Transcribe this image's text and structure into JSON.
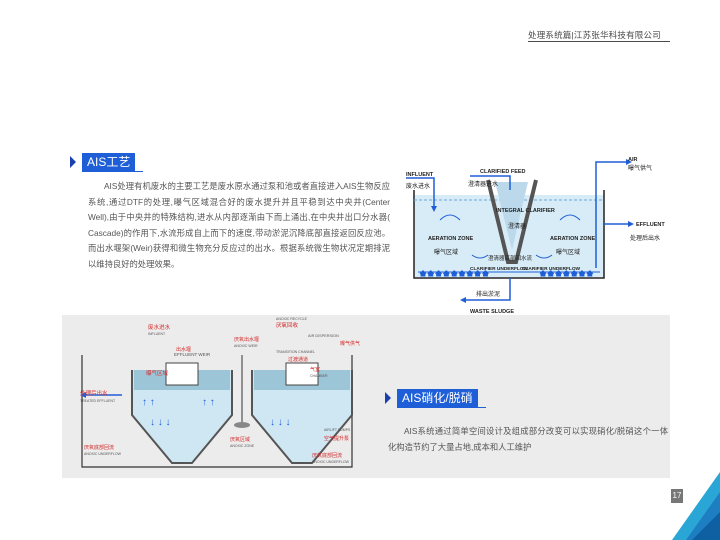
{
  "header": {
    "company": "处理系统篇|江苏张华科技有限公司"
  },
  "section1": {
    "title": "AIS工艺",
    "paragraph": "AIS处理有机废水的主要工艺是废水原水通过泵和池或者直接进入AIS生物反应系统,通过DTF的处理,曝气区域混合好的废水提升并且平稳到达中央井(Center Well),由于中央井的特殊结构,进水从内部逐渐由下而上涌出,在中央井出口分水器( Cascade)的作用下,水流形成自上而下的速度,带动淤泥沉降底部直接返回反应池。而出水堰架(Weir)获得和微生物充分反应过的出水。根据系统微生物状况定期排泥以维持良好的处理效果。",
    "diagram": {
      "influent": "INFLUENT",
      "influent_cn": "废水进水",
      "clarified_feed": "CLARIFIED FEED",
      "clarified_feed_cn": "澄清器进水",
      "integral_clarifier": "INTEGRAL CLARIFIER",
      "integral_clarifier_cn": "澄清器",
      "air": "AIR",
      "air_cn": "曝气供气",
      "effluent": "EFFLUENT",
      "effluent_cn": "处理后出水",
      "aeration_zone_left": "AERATION ZONE",
      "aeration_zone_left_cn": "曝气区域",
      "aeration_zone_right": "AERATION ZONE",
      "aeration_zone_right_cn": "曝气区域",
      "clarifier_underflow_cn": "澄清器底部回水流",
      "clarifier_underflow_left": "CLARIFIER UNDERFLOW",
      "clarifier_underflow_right": "CLARIFIER UNDERFLOW",
      "waste_sludge": "WASTE SLUDGE",
      "waste_sludge_cn": "排出淤泥"
    }
  },
  "section2": {
    "title": "AIS硝化/脱硝",
    "paragraph": "AIS系统通过简单空间设计及组成部分改变可以实现硝化/脱硝这个一体化构造节约了大量占地,成本和人工维护",
    "diagram": {
      "influent_cn": "废水进水",
      "influent": "INFLUENT",
      "effluent_weir_cn": "出水堰",
      "effluent_weir": "EFFLUENT WEIR",
      "aeration_zone_cn": "曝气区域",
      "anoxic_weir_cn": "厌氧出水堰",
      "anoxic_weir": "ANOXIC WEIR",
      "anoxic_recycle": "ANOXIC RECYCLE",
      "anoxic_recycle_cn": "厌氧回收",
      "air_dispersion": "AIR DISPERSION",
      "air_dispersion_cn": "曝气供气",
      "transition_channel": "TRANSITION CHANNEL",
      "transition_channel_cn": "过渡通道",
      "chamber_cn": "气室",
      "chamber": "CHAMBER",
      "treated_effluent_cn": "处理后出水",
      "treated_effluent": "TREATED EFFLUENT",
      "anoxic_zone_cn": "厌氧区域",
      "anoxic_zone": "ANOXIC ZONE",
      "airlift_pumps": "AIRLIFT PUMPS",
      "airlift_pumps_cn": "空气提升泵",
      "anoxic_underflow_left_cn": "厌氧底部回流",
      "anoxic_underflow_left": "ANOXIC UNDERFLOW",
      "anoxic_underflow_right_cn": "厌氧底部回流",
      "anoxic_underflow_right": "ANOXIC UNDERFLOW"
    }
  },
  "page_number": "17",
  "colors": {
    "accent": "#1e5fd8",
    "water": "#cfe6f3",
    "red_label": "#d42a2a",
    "corner": "#2aa6d6"
  }
}
